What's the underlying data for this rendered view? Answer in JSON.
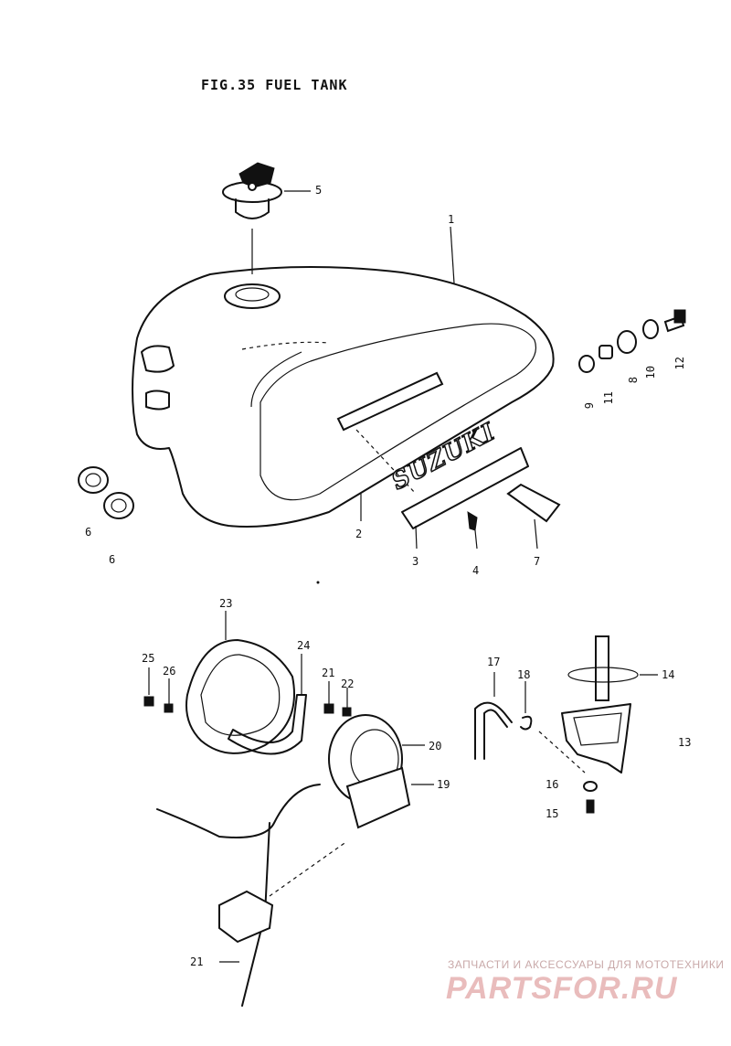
{
  "title": "FIG.35  FUEL TANK",
  "logo_text": "SUZUKI",
  "callouts": {
    "c1": "1",
    "c2": "2",
    "c3": "3",
    "c4": "4",
    "c5": "5",
    "c6a": "6",
    "c6b": "6",
    "c7": "7",
    "c8": "8",
    "c9": "9",
    "c10": "10",
    "c11": "11",
    "c12": "12",
    "c13": "13",
    "c14": "14",
    "c15": "15",
    "c16": "16",
    "c17": "17",
    "c18": "18",
    "c19": "19",
    "c20": "20",
    "c21a": "21",
    "c21b": "21",
    "c22": "22",
    "c23": "23",
    "c24": "24",
    "c25": "25",
    "c26": "26"
  },
  "watermark": {
    "tagline": "ЗАПЧАСТИ И АКСЕССУАРЫ ДЛЯ МОТОТЕХНИКИ",
    "brand": "PARTSFOR.RU"
  },
  "colors": {
    "ink": "#111111",
    "watermark": "#e9bcbc",
    "background": "#ffffff"
  }
}
